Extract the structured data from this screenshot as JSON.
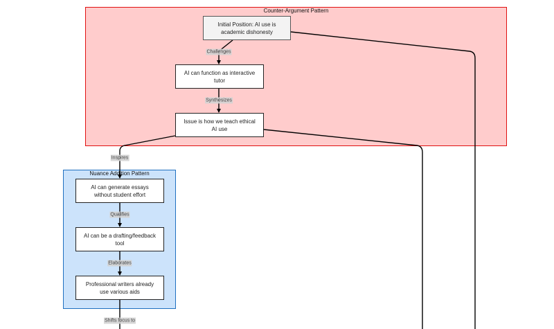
{
  "clusters": {
    "counter_argument": {
      "title": "Counter-Argument Pattern",
      "fill": "#ffcccc",
      "stroke": "#e01010"
    },
    "nuance_addition": {
      "title": "Nuance Addition Pattern",
      "fill": "#cce3fb",
      "stroke": "#1f6fc0"
    }
  },
  "nodes": {
    "initial_position": "Initial Position: AI use is academic dishonesty",
    "interactive_tutor": "AI can function as interactive tutor",
    "teach_ethical": "Issue is how we teach ethical AI use",
    "generate_essays": "AI can generate essays without student effort",
    "drafting_tool": "AI can be a drafting/feedback tool",
    "professional_writers": "Professional writers already use various aids"
  },
  "edge_labels": {
    "challenges": "Challenges",
    "synthesizes": "Synthesizes",
    "inspires": "Inspires",
    "qualifies": "Qualifies",
    "elaborates": "Elaborates",
    "shifts_focus": "Shifts focus to"
  }
}
